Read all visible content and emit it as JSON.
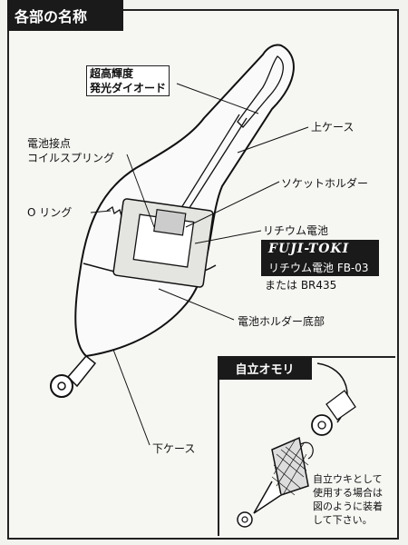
{
  "header": {
    "title": "各部の名称"
  },
  "labels": {
    "led": "超高輝度\n発光ダイオード",
    "upper_case": "上ケース",
    "battery_contact": "電池接点",
    "coil_spring": "コイルスプリング",
    "socket_holder": "ソケットホルダー",
    "o_ring": "O リング",
    "lithium_battery": "リチウム電池",
    "alt_battery": "または BR435",
    "holder_bottom": "電池ホルダー底部",
    "lower_case": "下ケース"
  },
  "brand": {
    "logo": "FUJI-TOKI",
    "model": "リチウム電池 FB-03"
  },
  "inset": {
    "title": "自立オモリ",
    "note": "自立ウキとして\n使用する場合は\n図のように装着\nして下さい。"
  },
  "colors": {
    "ink": "#1a1a1a",
    "paper": "#f6f6f3"
  }
}
